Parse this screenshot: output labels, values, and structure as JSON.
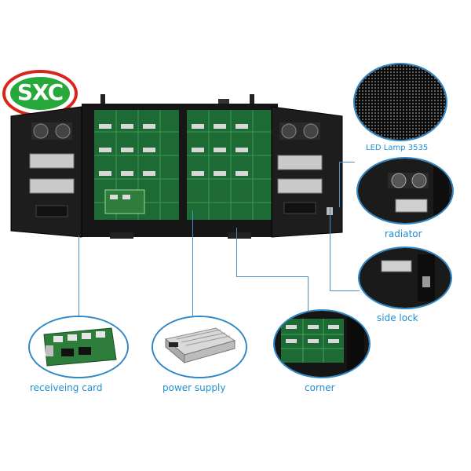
{
  "logo": {
    "text": "SXC",
    "ring_color": "#d9261c",
    "fill_color": "#27a83a"
  },
  "callouts": {
    "led_lamp": "LED Lamp 3535",
    "radiator": "radiator",
    "side_lock": "side lock",
    "receiving_card": "receiveing card",
    "power_supply": "power supply",
    "corner": "corner"
  },
  "colors": {
    "accent": "#1f8fd0",
    "line": "#4a8fc8",
    "cabinet": "#1b1b1b",
    "pcb": "#1e6a34"
  },
  "icons": [
    "fan-icon",
    "power-supply-icon",
    "led-matrix-icon",
    "circuit-board-icon"
  ]
}
